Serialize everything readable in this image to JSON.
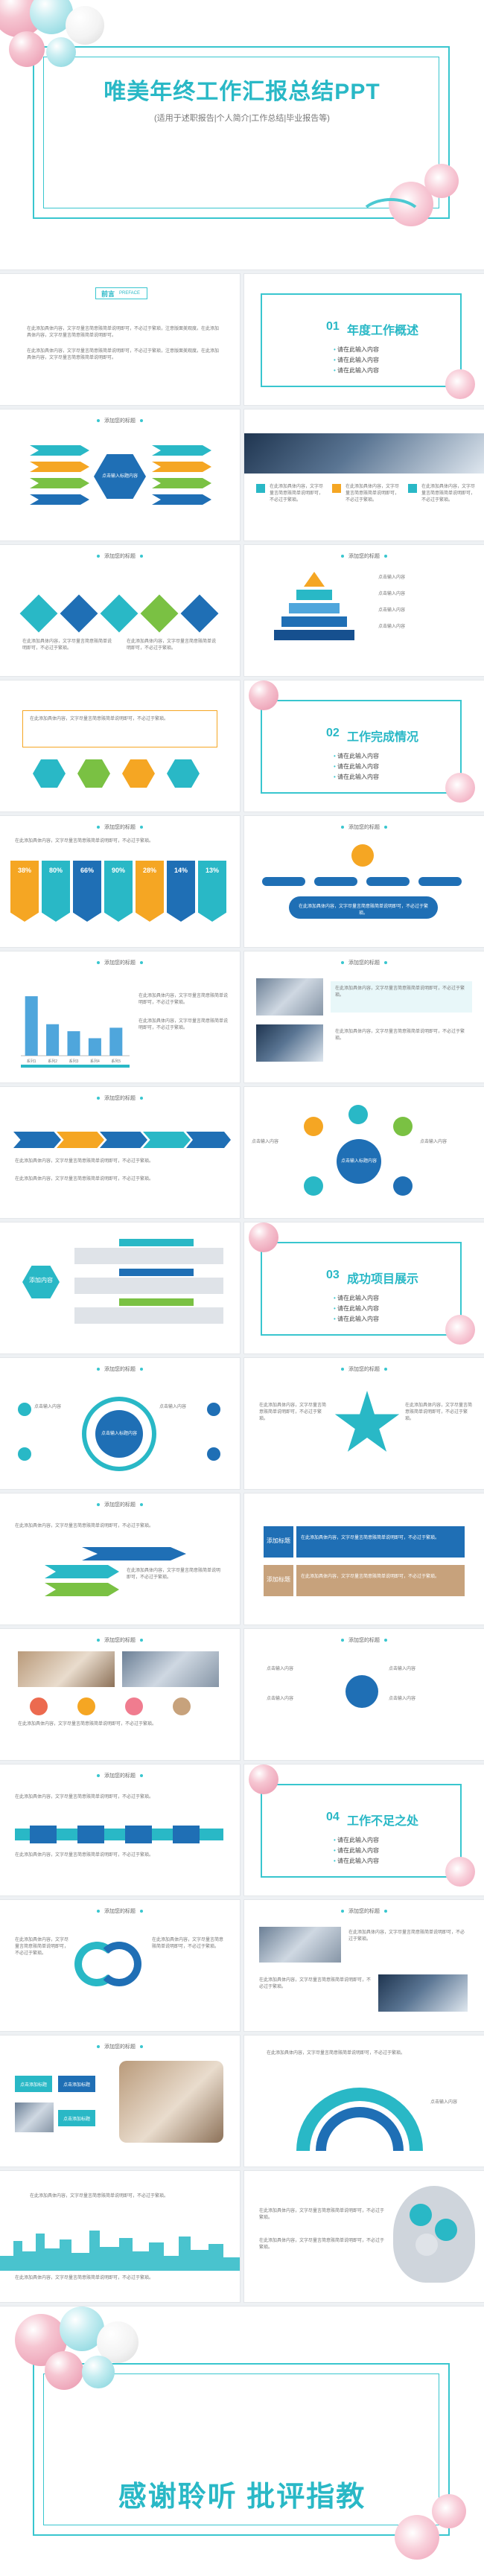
{
  "cover": {
    "title": "唯美年终工作汇报总结PPT",
    "subtitle": "(适用于述职报告|个人简介|工作总结|毕业报告等)"
  },
  "preface": {
    "title": "前言",
    "title_en": "PREFACE",
    "body": "在此添加具体内容，文字尽量言简意赅简单说明即可，不必过于繁琐，注意版面美观度。在此添加具体内容，文字尽量言简意赅简单说明即可。"
  },
  "sections": [
    {
      "num": "01",
      "title": "年度工作概述",
      "items": [
        "请在此输入内容",
        "请在此输入内容",
        "请在此输入内容"
      ]
    },
    {
      "num": "02",
      "title": "工作完成情况",
      "items": [
        "请在此输入内容",
        "请在此输入内容",
        "请在此输入内容"
      ]
    },
    {
      "num": "03",
      "title": "成功项目展示",
      "items": [
        "请在此输入内容",
        "请在此输入内容",
        "请在此输入内容"
      ]
    },
    {
      "num": "04",
      "title": "工作不足之处",
      "items": [
        "请在此输入内容",
        "请在此输入内容",
        "请在此输入内容"
      ]
    }
  ],
  "common": {
    "header": "添加您的标题",
    "input": "点击输入内容",
    "placeholder": "在此添加具体内容，文字尽量言简意赅简单说明即可，不必过于繁琐。"
  },
  "center_labels": {
    "title_center": "点击输入标题内容",
    "add_title": "添加标题",
    "add_content": "添加内容",
    "click_title": "点击添加标题"
  },
  "percent_cards": [
    "38%",
    "80%",
    "66%",
    "90%",
    "28%",
    "14%",
    "13%"
  ],
  "chart_data": {
    "type": "bar",
    "categories": [
      "系列1",
      "系列2",
      "系列3",
      "系列4",
      "系列5"
    ],
    "values": [
      85,
      45,
      35,
      25,
      40
    ],
    "ylim": [
      0,
      100
    ]
  },
  "closing": {
    "title": "感谢聆听 批评指教"
  },
  "colors": {
    "accent": "#29b8c6",
    "blue": "#1f6fb5",
    "orange": "#f5a623",
    "green": "#7ac143"
  }
}
